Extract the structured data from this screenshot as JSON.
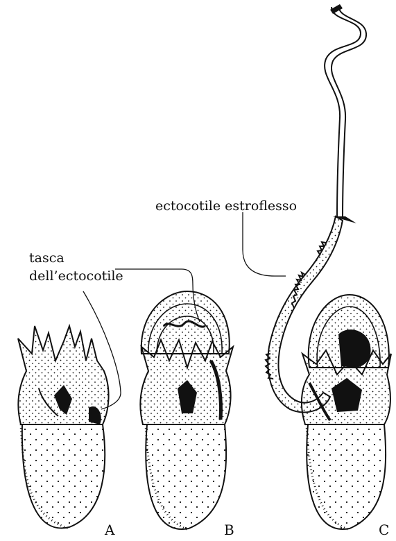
{
  "labels": {
    "tasca": "tasca",
    "dell_ectocotile": "dell’ectocotile",
    "ectocotile_estroflesso": "ectocotile estroflesso"
  },
  "panels": [
    "A",
    "B",
    "C"
  ],
  "colors": {
    "ink": "#111111",
    "background": "#ffffff"
  }
}
